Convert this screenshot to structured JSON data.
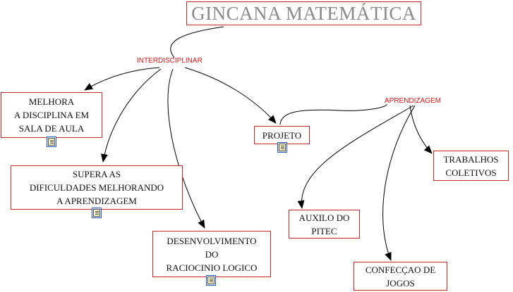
{
  "title": "GINCANA MATEMÁTICA",
  "link_labels": {
    "interdisciplinar": "INTERDISCIPLINAR",
    "aprendizagem": "APRENDIZAGEM"
  },
  "nodes": {
    "melhora": [
      "MELHORA",
      "A DISCIPLINA EM",
      "SALA DE AULA"
    ],
    "supera": [
      "SUPERA AS",
      "DIFICULDADES MELHORANDO",
      "A APRENDIZAGEM"
    ],
    "desenvolvimento": [
      "DESENVOLVIMENTO",
      "DO",
      "RACIOCINIO LOGICO"
    ],
    "projeto": [
      "PROJETO"
    ],
    "trabalhos": [
      "TRABALHOS",
      "COLETIVOS"
    ],
    "auxilo": [
      "AUXILO DO",
      "PITEC"
    ],
    "confeccao": [
      "CONFECÇAO DE",
      "JOGOS"
    ]
  },
  "icons": {
    "document": "document-icon"
  },
  "colors": {
    "node_border": "#c0282a",
    "link_label": "#d01818",
    "title_text": "#8a8a8a",
    "connector": "#000000"
  }
}
